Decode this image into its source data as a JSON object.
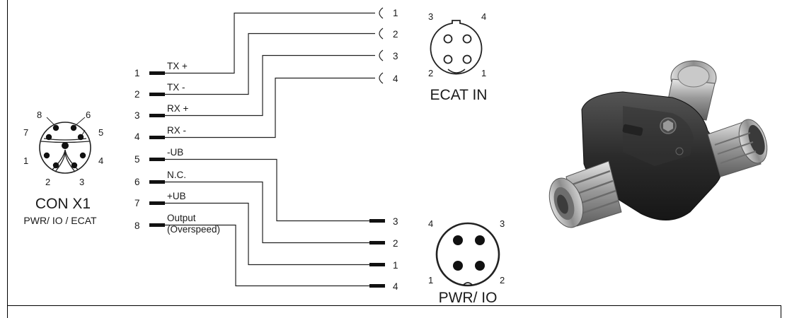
{
  "connector_x1": {
    "name": "CON X1",
    "subtitle": "PWR/ IO / ECAT",
    "pin_numbers": [
      "8",
      "6",
      "7",
      "5",
      "1",
      "4",
      "2",
      "3"
    ]
  },
  "pins": [
    {
      "number": "1",
      "label": "TX +"
    },
    {
      "number": "2",
      "label": "TX -"
    },
    {
      "number": "3",
      "label": "RX +"
    },
    {
      "number": "4",
      "label": "RX -"
    },
    {
      "number": "5",
      "label": "-UB"
    },
    {
      "number": "6",
      "label": "N.C."
    },
    {
      "number": "7",
      "label": "+UB"
    },
    {
      "number": "8",
      "label": "Output",
      "label2": "(Overspeed)"
    }
  ],
  "ecat_in": {
    "name": "ECAT IN",
    "socket_numbers": [
      "1",
      "2",
      "3",
      "4"
    ],
    "face_numbers": {
      "top_left": "3",
      "top_right": "4",
      "bottom_left": "2",
      "bottom_right": "1"
    }
  },
  "pwr_io": {
    "name": "PWR/ IO",
    "terminal_numbers": [
      "3",
      "2",
      "1",
      "4"
    ],
    "face_numbers": {
      "top_left": "4",
      "top_right": "3",
      "bottom_left": "1",
      "bottom_right": "2"
    }
  },
  "colors": {
    "line": "#222222",
    "text": "#1a1a1a",
    "connector_body": "#2b2b2b",
    "metal": "#b8b8b8"
  }
}
